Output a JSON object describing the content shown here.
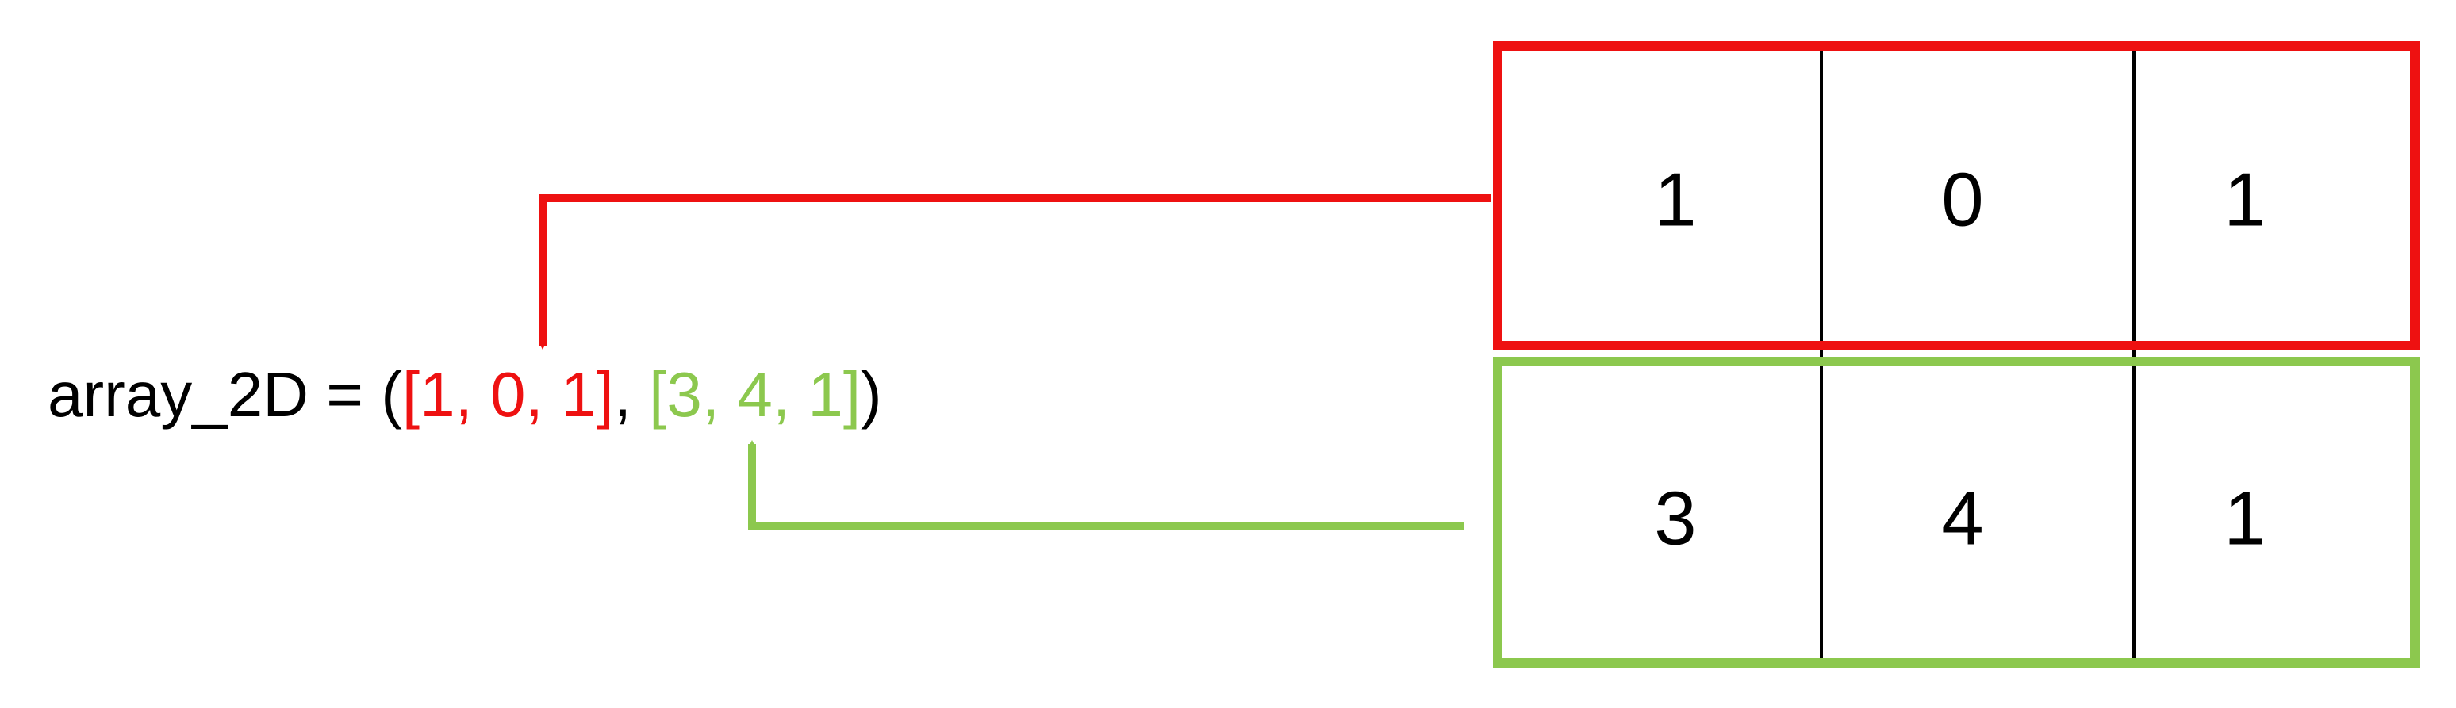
{
  "expression": {
    "prefix": "array_2D = (",
    "row1_open": "[",
    "row1_values": [
      "1",
      "0",
      "1"
    ],
    "row1_close": "]",
    "separator": ", ",
    "row2_open": "[",
    "row2_values": [
      "3",
      "4",
      "1"
    ],
    "row2_close": "]",
    "suffix": ")",
    "value_separator": ", "
  },
  "table": {
    "rows": [
      [
        "1",
        "0",
        "1"
      ],
      [
        "3",
        "4",
        "1"
      ]
    ]
  },
  "colors": {
    "row1": "#ee1111",
    "row2": "#8cc84e",
    "text": "#000000",
    "grid": "#000000"
  }
}
